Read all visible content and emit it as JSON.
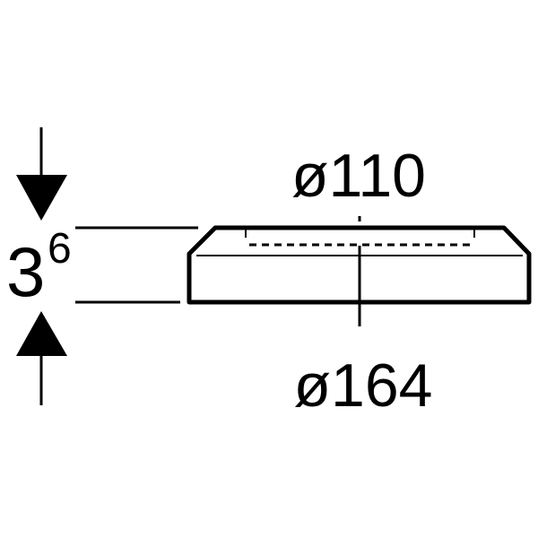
{
  "dimensions": {
    "height_main": "3",
    "height_sup": "6",
    "inner_diameter": "ø110",
    "outer_diameter": "ø164"
  },
  "colors": {
    "stroke": "#000000",
    "background": "#ffffff"
  }
}
